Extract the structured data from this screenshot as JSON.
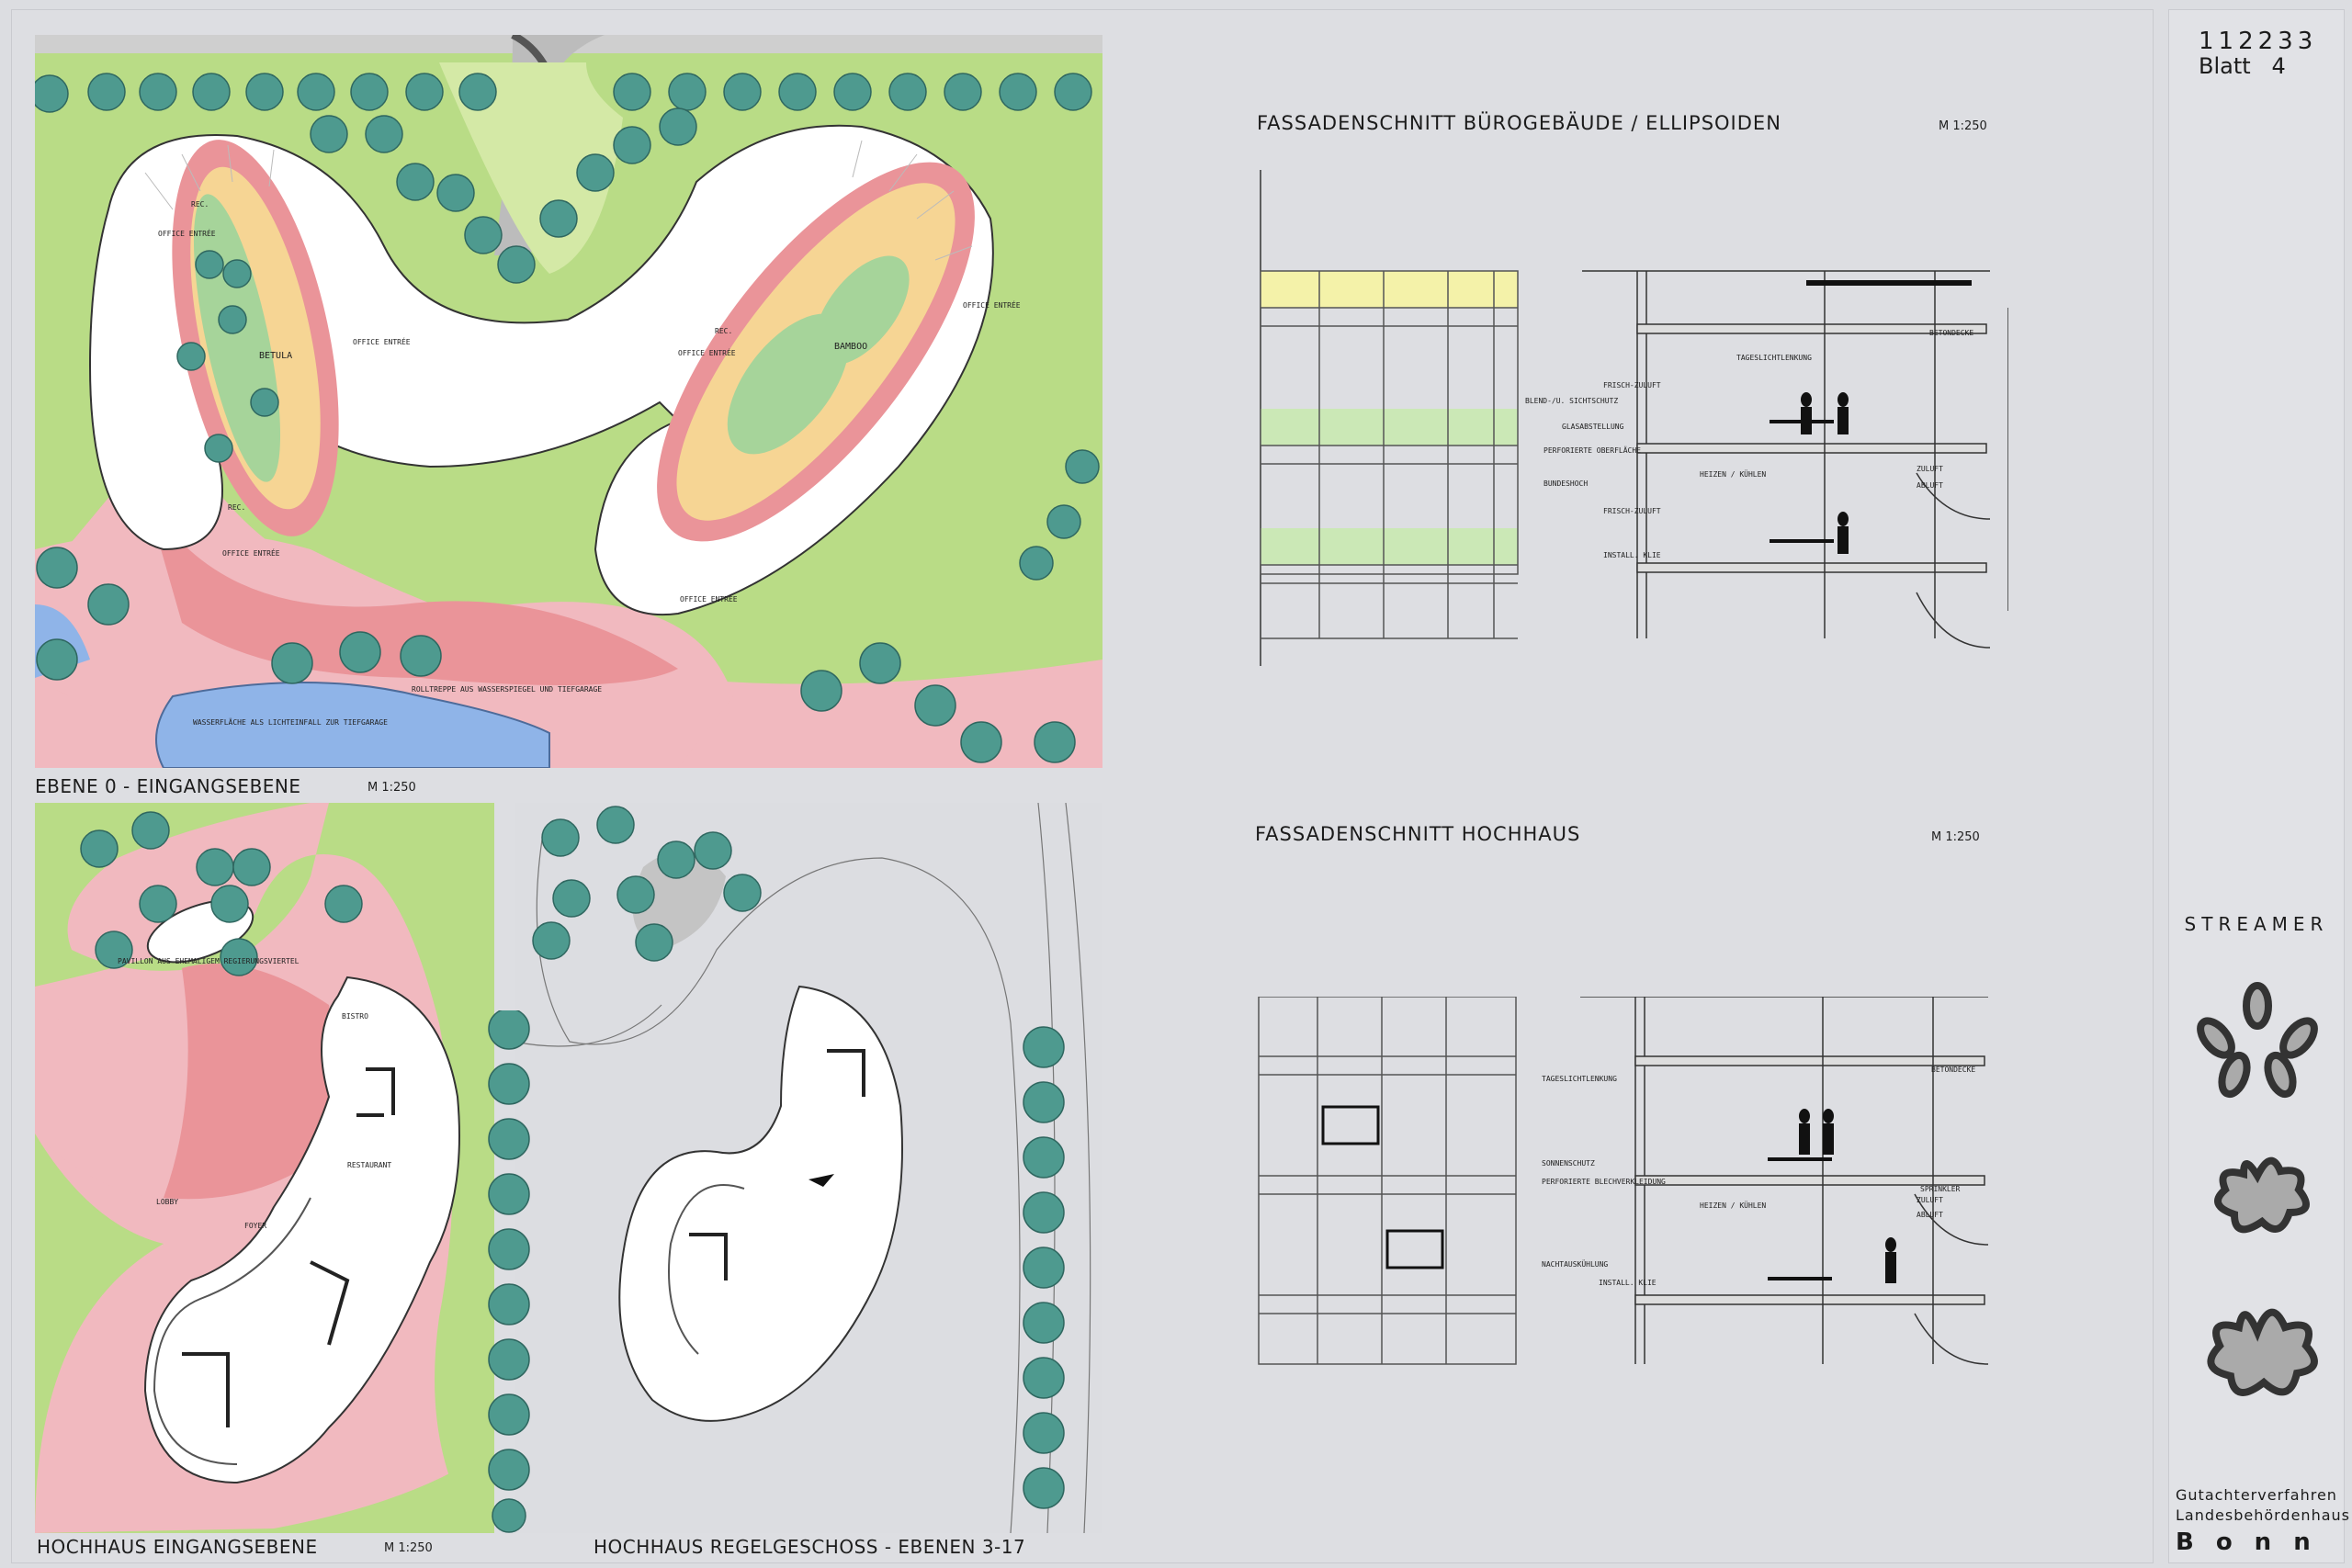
{
  "sheet": {
    "project_number": "112233",
    "sheet_label": "Blatt   4",
    "concept_name": "STREAMER",
    "footer_line1": "Gutachterverfahren",
    "footer_line2": "Landesbehördenhaus",
    "footer_city": "Bonn"
  },
  "plans": {
    "ebene0": {
      "title": "EBENE 0 - EINGANGSEBENE",
      "scale": "M 1:250",
      "annotations": {
        "rec": "REC.",
        "office_entree": "OFFICE ENTRÉE",
        "betula": "BETULA",
        "bamboo": "BAMBOO",
        "rolltreppe": "ROLLTREPPE AUS WASSERSPIEGEL UND TIEFGARAGE",
        "wasserflaeche": "WASSERFLÄCHE ALS LICHTEINFALL ZUR TIEFGARAGE"
      }
    },
    "hochhaus_eingang": {
      "title": "HOCHHAUS EINGANGSEBENE",
      "scale": "M 1:250",
      "annotations": {
        "pavillon": "PAVILLON AUS EHEMALIGEM REGIERUNGSVIERTEL",
        "bistro": "BISTRO",
        "restaurant": "RESTAURANT",
        "lobby": "LOBBY",
        "foyer": "FOYER"
      }
    },
    "hochhaus_regel": {
      "title": "HOCHHAUS REGELGESCHOSS - EBENEN 3-17"
    }
  },
  "sections": {
    "buero": {
      "title": "FASSADENSCHNITT  BÜROGEBÄUDE / ELLIPSOIDEN",
      "scale": "M 1:250",
      "notes": {
        "frischluft": "FRISCH-ZULUFT",
        "blendschutz": "BLEND-/U. SICHTSCHUTZ",
        "glasabstellung": "GLASABSTELLUNG",
        "perforiert": "PERFORIERTE OBERFLÄCHE",
        "bundeshoch": "BUNDESHOCH",
        "frischluft2": "FRISCH-ZULUFT",
        "installation": "INSTALL. KLIE",
        "betondecke": "BETONDECKE",
        "tageslicht": "TAGESLICHTLENKUNG",
        "heizen": "HEIZEN / KÜHLEN",
        "zuluft": "ZULUFT",
        "abluft": "ABLUFT"
      }
    },
    "hochhaus": {
      "title": "FASSADENSCHNITT   HOCHHAUS",
      "scale": "M  1:250",
      "notes": {
        "tageslicht": "TAGESLICHTLENKUNG",
        "sonnenschutz": "SONNENSCHUTZ",
        "perforiert": "PERFORIERTE BLECHVERKLEIDUNG",
        "nachtauskuehlung": "NACHTAUSKÜHLUNG",
        "installation": "INSTALL. KLIE",
        "betondecke": "BETONDECKE",
        "heizen": "HEIZEN / KÜHLEN",
        "zuluft": "ZULUFT",
        "abluft": "ABLUFT",
        "sprinkler": "SPRINKLER"
      }
    }
  },
  "colors": {
    "lawn": "#b9dc86",
    "lawn_light": "#d4e9a6",
    "plaza": "#f1b9bf",
    "plaza_dark": "#ea9499",
    "courtyard": "#f6d594",
    "tree": "#4e9a8f",
    "water": "#8fb4e8",
    "road": "#cfcfcf",
    "background": "#dddee2",
    "facade_yellow": "#f4f2a9",
    "facade_green": "#cbe8b6"
  }
}
